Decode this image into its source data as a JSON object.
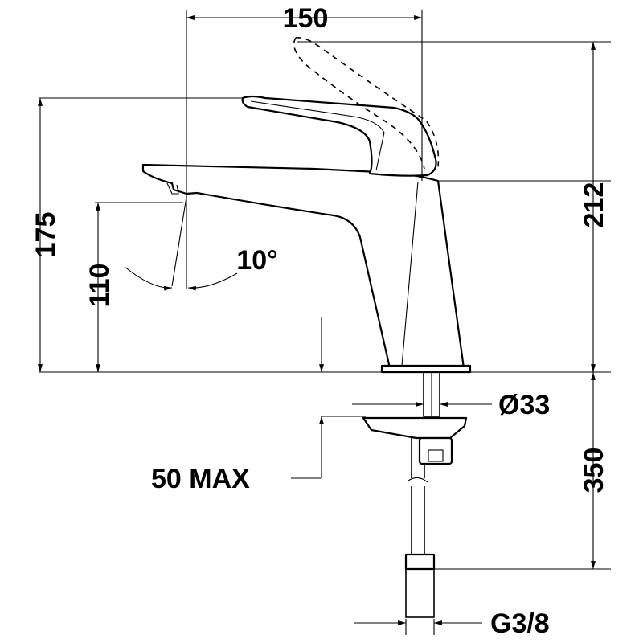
{
  "diagram": {
    "dimensions": {
      "width_top": "150",
      "height_total": "212",
      "height_spout_top": "175",
      "height_outlet": "110",
      "angle": "10°",
      "base_diameter": "Ø33",
      "max_thickness": "50 MAX",
      "hose_length": "350",
      "connection": "G3/8"
    },
    "colors": {
      "line": "#000000",
      "background": "#ffffff"
    }
  }
}
